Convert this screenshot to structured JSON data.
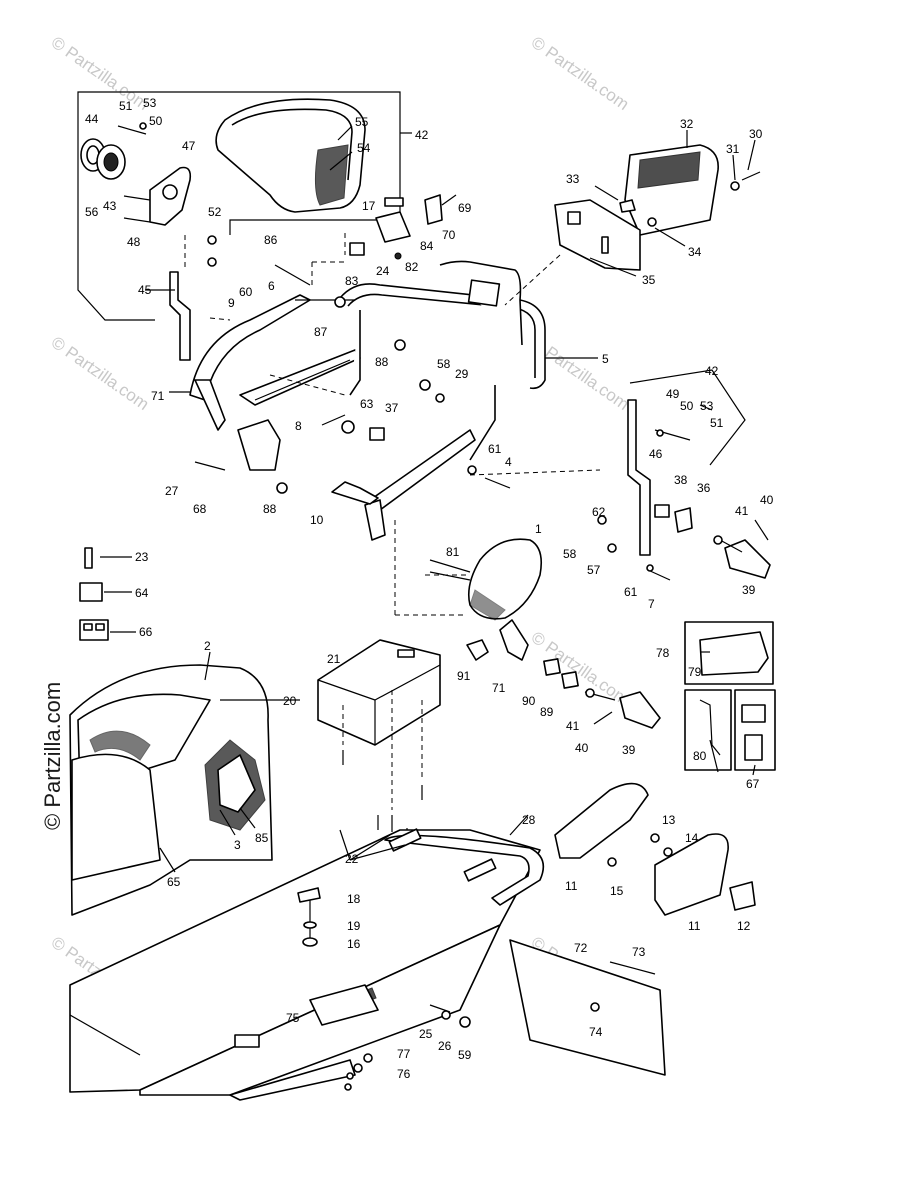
{
  "watermark": {
    "text": "© Partzilla.com",
    "vertical_text": "© Partzilla.com"
  },
  "callouts": {
    "c1": "1",
    "c2": "2",
    "c3": "3",
    "c4": "4",
    "c5": "5",
    "c6": "6",
    "c7": "7",
    "c8": "8",
    "c9": "9",
    "c10": "10",
    "c11a": "11",
    "c11b": "11",
    "c12": "12",
    "c13": "13",
    "c14": "14",
    "c15": "15",
    "c16": "16",
    "c17": "17",
    "c18": "18",
    "c19": "19",
    "c20": "20",
    "c21": "21",
    "c22": "22",
    "c23": "23",
    "c24": "24",
    "c25": "25",
    "c26": "26",
    "c27": "27",
    "c28": "28",
    "c29": "29",
    "c30": "30",
    "c31": "31",
    "c32": "32",
    "c33": "33",
    "c34": "34",
    "c35": "35",
    "c36": "36",
    "c37": "37",
    "c38": "38",
    "c39a": "39",
    "c39b": "39",
    "c40a": "40",
    "c40b": "40",
    "c41a": "41",
    "c41b": "41",
    "c42a": "42",
    "c42b": "42",
    "c43": "43",
    "c44": "44",
    "c45": "45",
    "c46": "46",
    "c47": "47",
    "c48": "48",
    "c49": "49",
    "c50a": "50",
    "c50b": "50",
    "c51a": "51",
    "c51b": "51",
    "c52": "52",
    "c53a": "53",
    "c53b": "53",
    "c54": "54",
    "c55": "55",
    "c56": "56",
    "c57": "57",
    "c58a": "58",
    "c58b": "58",
    "c59": "59",
    "c60": "60",
    "c61a": "61",
    "c61b": "61",
    "c62": "62",
    "c63": "63",
    "c64": "64",
    "c65": "65",
    "c66": "66",
    "c67": "67",
    "c68": "68",
    "c69": "69",
    "c70": "70",
    "c71a": "71",
    "c71b": "71",
    "c72": "72",
    "c73": "73",
    "c74": "74",
    "c75": "75",
    "c76": "76",
    "c77": "77",
    "c78": "78",
    "c79": "79",
    "c80": "80",
    "c81": "81",
    "c82": "82",
    "c83": "83",
    "c84": "84",
    "c85": "85",
    "c86": "86",
    "c87": "87",
    "c88a": "88",
    "c88b": "88",
    "c89": "89",
    "c90": "90",
    "c91": "91"
  }
}
